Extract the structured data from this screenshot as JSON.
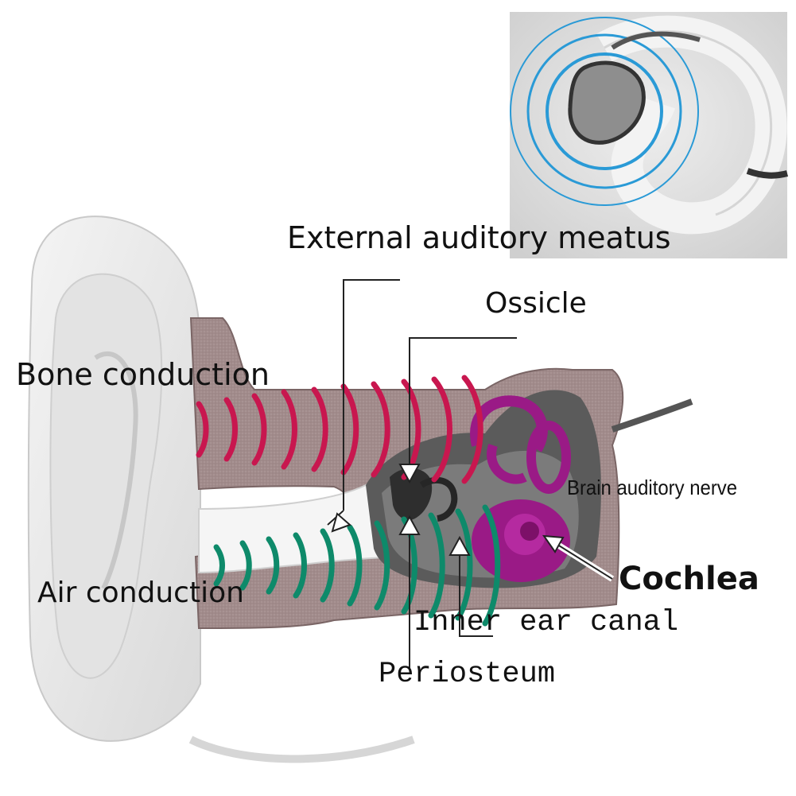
{
  "labels": {
    "external_auditory_meatus": "External auditory meatus",
    "ossicle": "Ossicle",
    "bone_conduction": "Bone conduction",
    "brain_auditory_nerve": "Brain auditory nerve",
    "air_conduction": "Air conduction",
    "cochlea": "Cochlea",
    "inner_ear_canal": "Inner ear canal",
    "periosteum": "Periosteum"
  },
  "colors": {
    "bone_wave": "#c8174f",
    "air_wave": "#0e8a6a",
    "cochlea": "#9a1a86",
    "inset_ring": "#2a9ad6",
    "tissue": "#9c8484",
    "ear_skin": "#ebebeb"
  }
}
